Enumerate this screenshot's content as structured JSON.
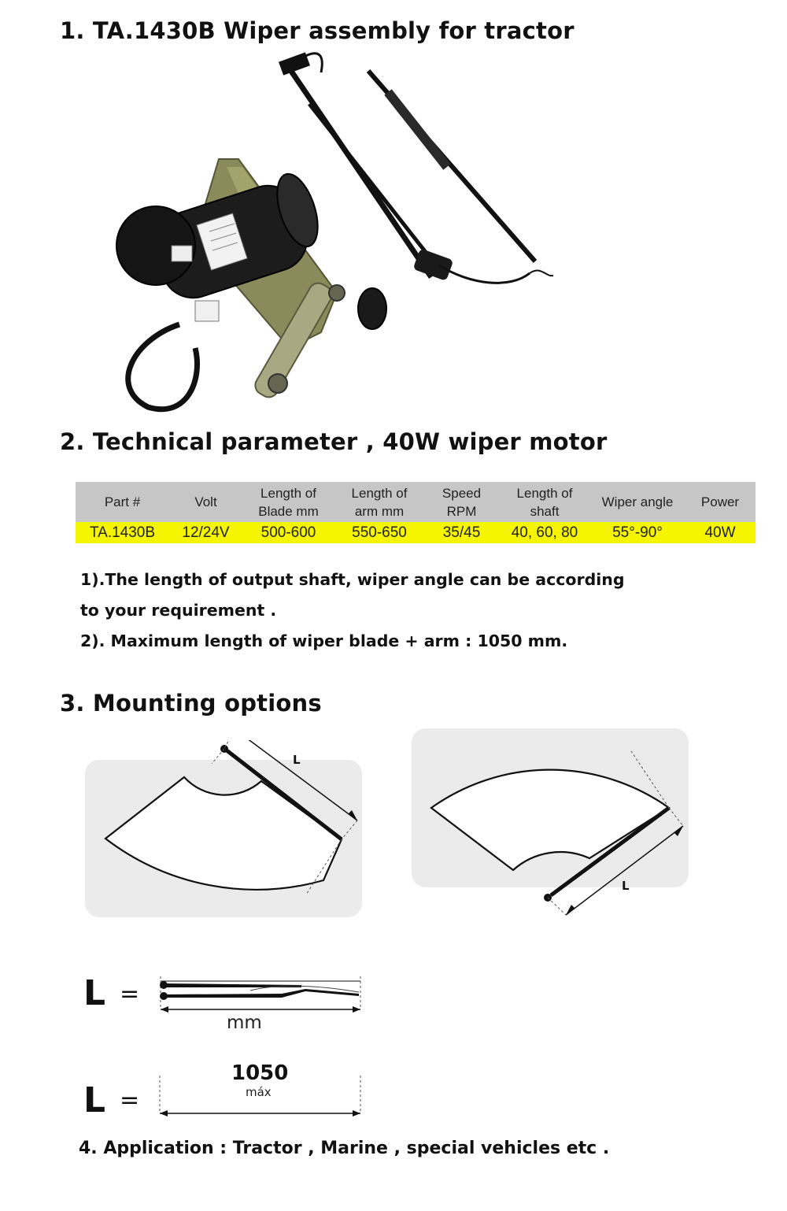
{
  "section1": {
    "heading": "1. TA.1430B Wiper assembly for tractor"
  },
  "section2": {
    "heading": "2. Technical parameter , 40W wiper motor",
    "table": {
      "headers": [
        [
          "Part #"
        ],
        [
          "Volt"
        ],
        [
          "Length of",
          "Blade mm"
        ],
        [
          "Length of",
          "arm mm"
        ],
        [
          "Speed",
          "RPM"
        ],
        [
          "Length of",
          "shaft"
        ],
        [
          "Wiper angle"
        ],
        [
          "Power"
        ]
      ],
      "row": [
        "TA.1430B",
        "12/24V",
        "500-600",
        "550-650",
        "35/45",
        "40, 60, 80",
        "55°-90°",
        "40W"
      ]
    },
    "notes": {
      "note1_line1": "1).The length of output shaft, wiper angle can be according",
      "note1_line2": "to your requirement .",
      "note2": "2). Maximum length of wiper blade + arm : 1050 mm."
    }
  },
  "section3": {
    "heading": "3. Mounting options",
    "length_marker": "L",
    "equation1": {
      "symbol": "L",
      "equals": "=",
      "unit": "mm"
    },
    "equation2": {
      "symbol": "L",
      "equals": "=",
      "value": "1050",
      "qualifier": "máx"
    }
  },
  "section4": {
    "application": "4. Application : Tractor , Marine , special vehicles etc ."
  },
  "colors": {
    "table_header_bg": "#c6c6c6",
    "table_row_highlight": "#f5f500",
    "diagram_panel_bg": "#ebebeb"
  }
}
